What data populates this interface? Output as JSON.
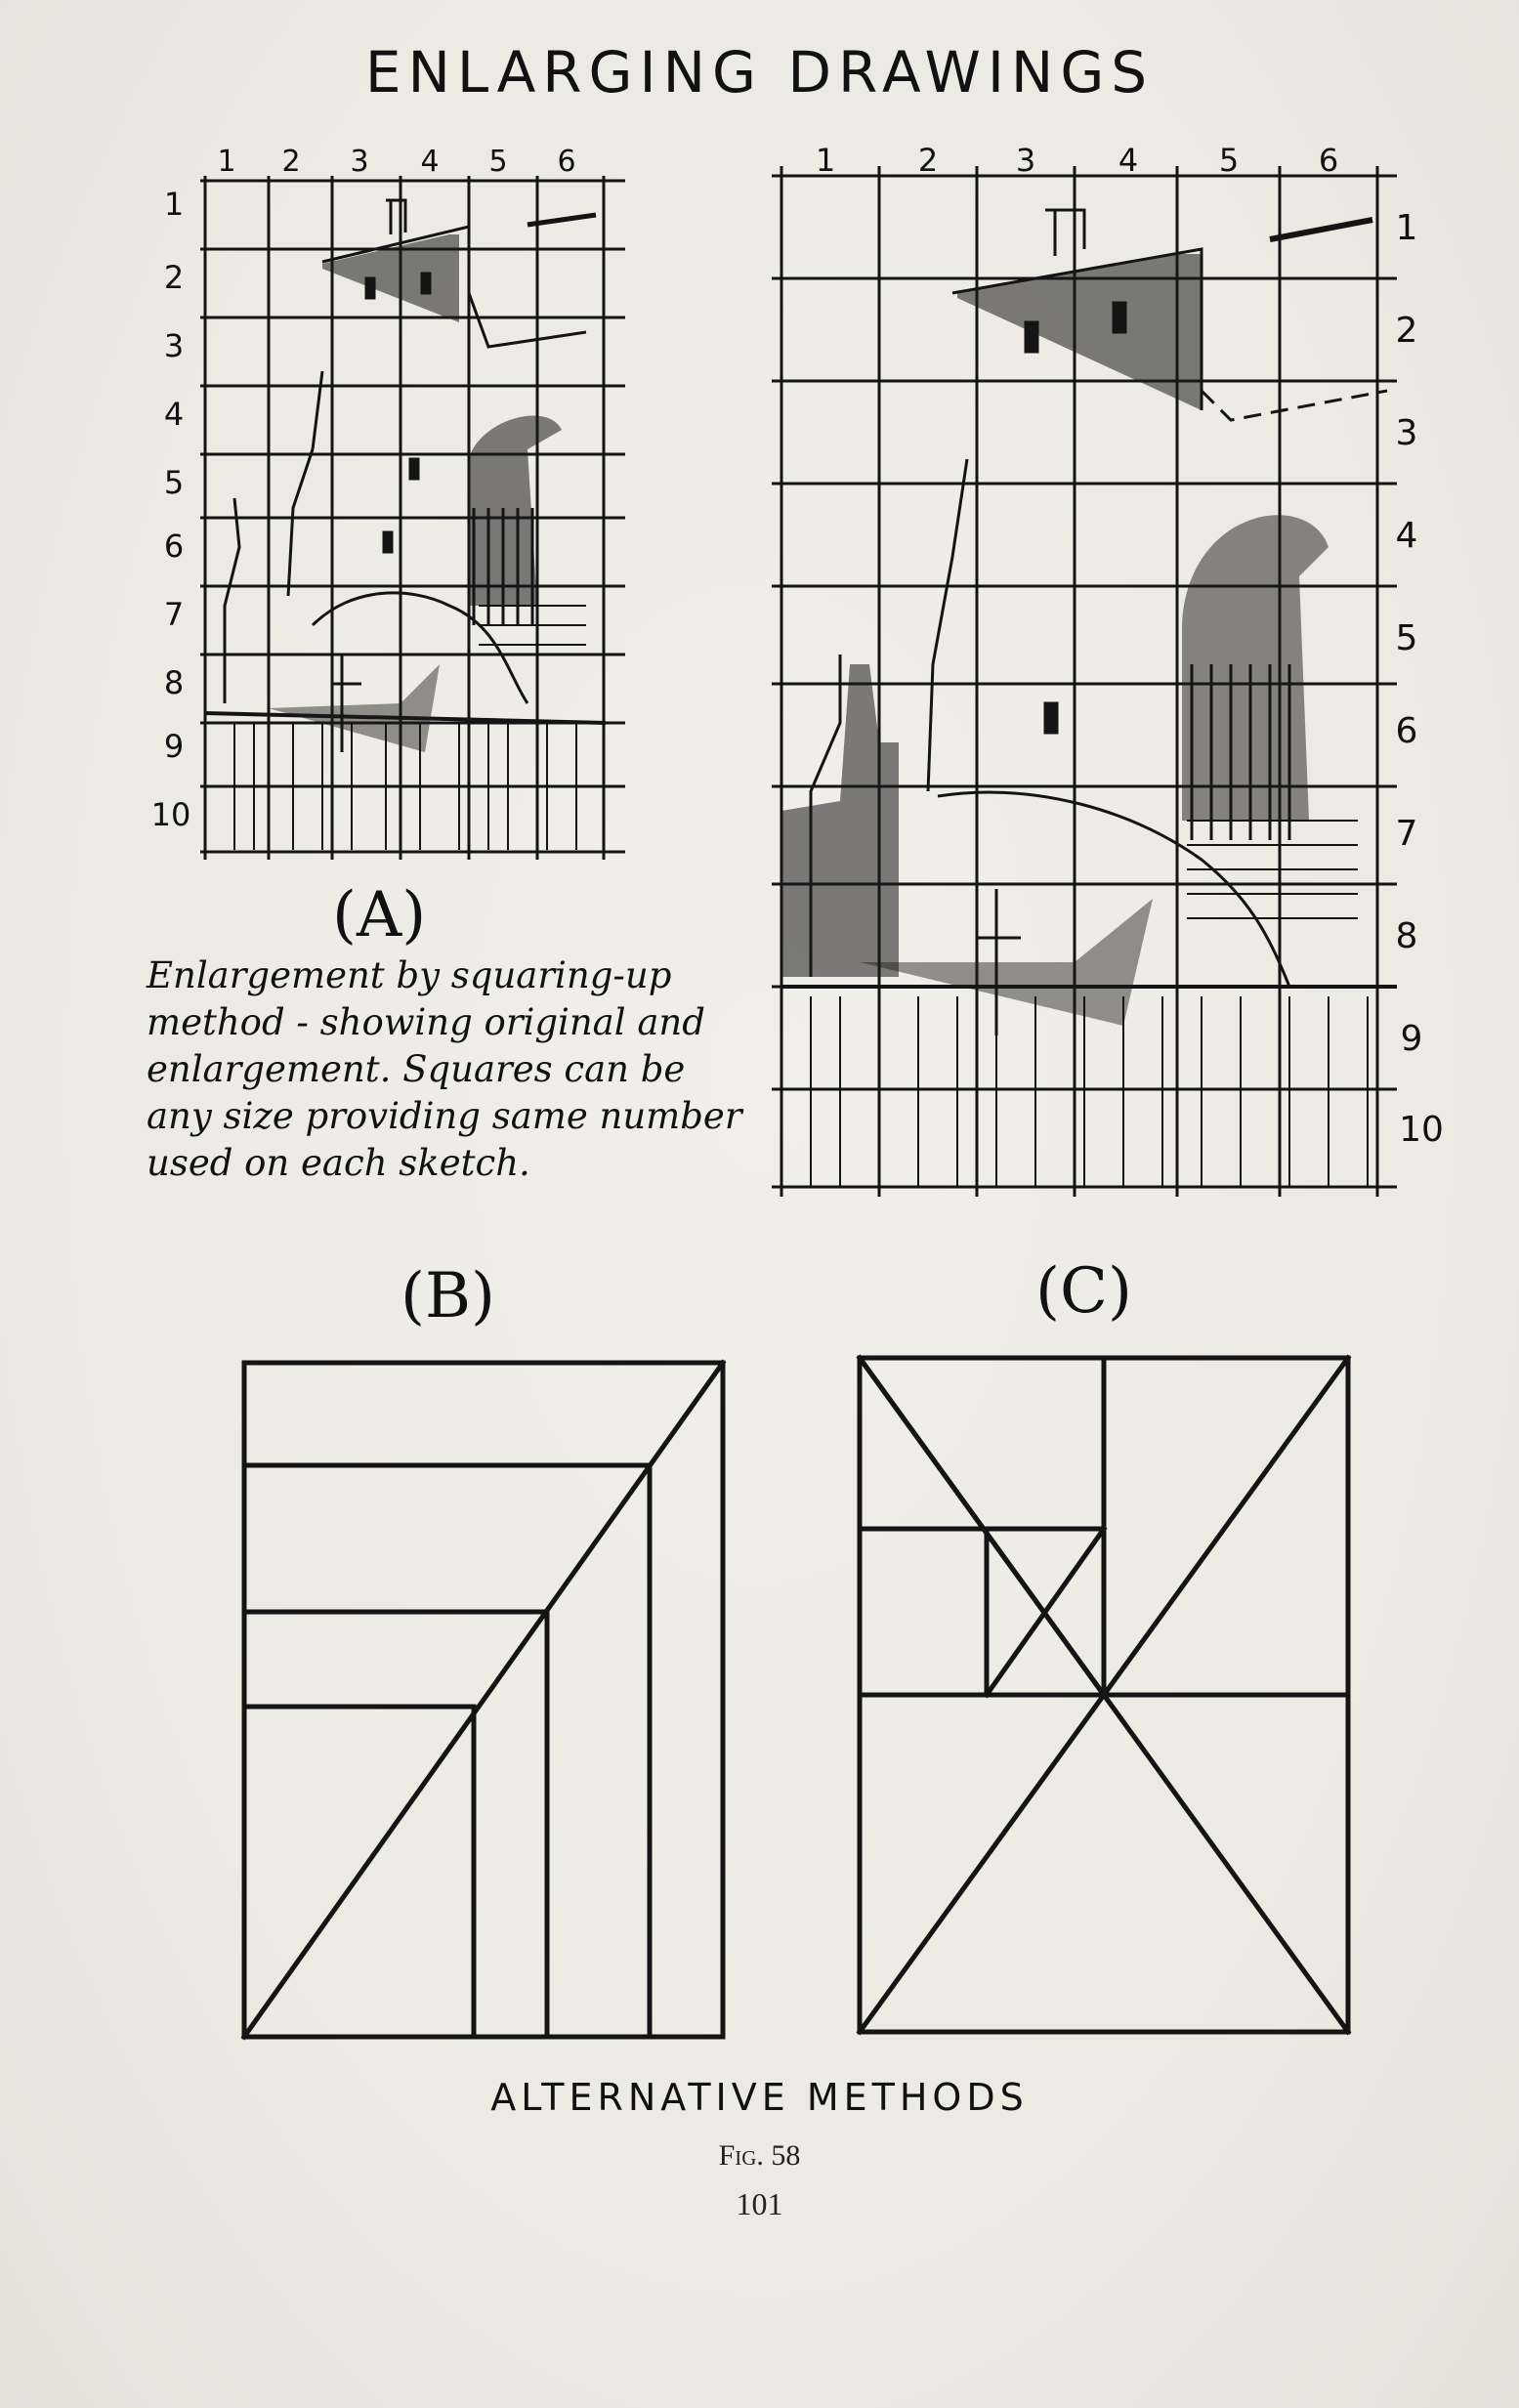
{
  "page": {
    "title": "ENLARGING DRAWINGS",
    "caption_a": "Enlargement by squaring-up method - showing original and enlargement. Squares can be any size providing same number used on each sketch.",
    "label_a": "(A)",
    "label_b": "(B)",
    "label_c": "(C)",
    "section_label": "ALTERNATIVE METHODS",
    "figure_label": "Fig. 58",
    "page_number": "101"
  },
  "grid_a": {
    "column_numbers": [
      "1",
      "2",
      "3",
      "4",
      "5",
      "6"
    ],
    "row_numbers": [
      "1",
      "2",
      "3",
      "4",
      "5",
      "6",
      "7",
      "8",
      "9",
      "10"
    ]
  },
  "grid_c": {
    "column_numbers": [
      "1",
      "2",
      "3",
      "4",
      "5",
      "6"
    ],
    "row_numbers": [
      "1",
      "2",
      "3",
      "4",
      "5",
      "6",
      "7",
      "8",
      "9",
      "10"
    ]
  },
  "colors": {
    "paper": "#eeece6",
    "ink": "#141414"
  }
}
